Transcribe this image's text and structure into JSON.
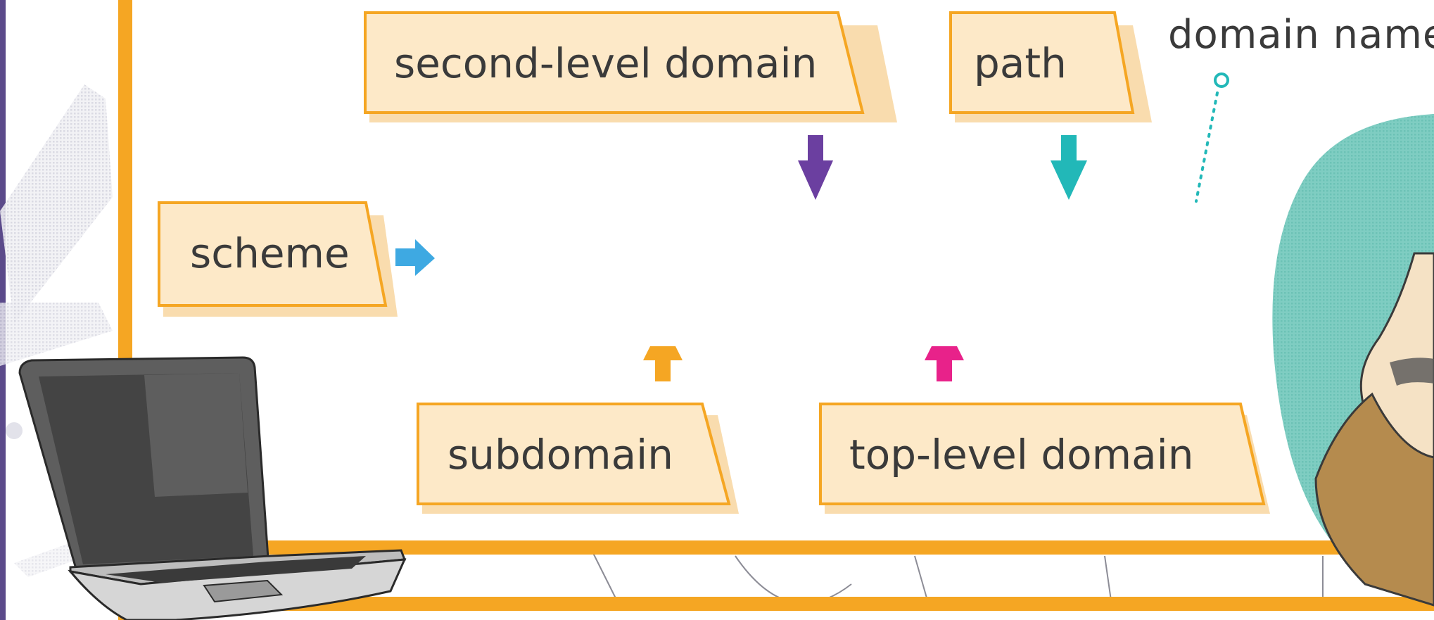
{
  "labels": {
    "second_level_domain": "second-level domain",
    "path": "path",
    "scheme": "scheme",
    "subdomain": "subdomain",
    "top_level_domain": "top-level domain",
    "domain_name": "domain name"
  },
  "icons": {
    "laptop": "laptop-icon",
    "person": "person-illustration"
  },
  "colors": {
    "frame": "#f5a623",
    "label_fill": "#fde9c8",
    "arrow_second_level": "#6b3fa0",
    "arrow_path": "#22b8b8",
    "arrow_scheme": "#3ea9e2",
    "arrow_subdomain": "#f5a623",
    "arrow_top_level": "#e8228a",
    "side_band": "#5b4a8a",
    "person_bg": "#7cccc0"
  }
}
